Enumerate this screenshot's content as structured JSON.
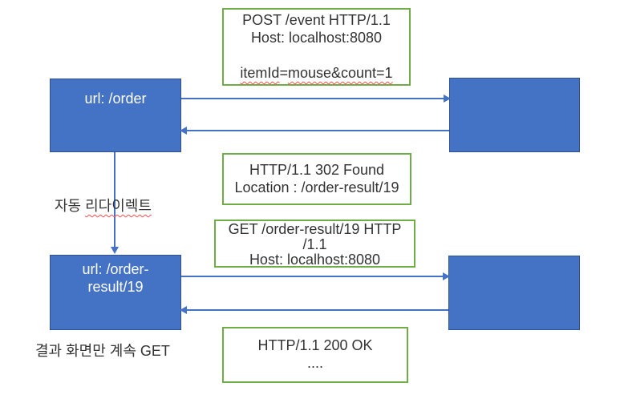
{
  "colors": {
    "shape_blue": "#4472C4",
    "shape_blue_border": "#2F528F",
    "note_border_green": "#70AD47",
    "connector_blue": "#4472C4",
    "spellcheck_red": "#FF4B4B",
    "text_dark": "#333333",
    "text_white": "#FFFFFF",
    "background": "#FFFFFF"
  },
  "post_request_box": {
    "line1": "POST /event HTTP/1.1",
    "line2": "Host: localhost:8080",
    "body_key": "itemId",
    "body_separator": "=",
    "body_value": "mouse&count=1"
  },
  "client_box_top": {
    "label": "url: /order"
  },
  "server_box_top": {
    "label": ""
  },
  "response_302_box": {
    "line1": "HTTP/1.1 302 Found",
    "line2": "Location : /order-result/19"
  },
  "auto_redirect_label": {
    "prefix": "자동 ",
    "term": "리다이렉트"
  },
  "get_request_box": {
    "line1": "GET /order-result/19 HTTP",
    "line2": "/1.1",
    "line3": "Host: localhost:8080"
  },
  "client_box_bottom": {
    "line1": "url: /order-",
    "line2": "result/19"
  },
  "server_box_bottom": {
    "label": ""
  },
  "response_200_box": {
    "line1": "HTTP/1.1 200 OK",
    "line2": "...."
  },
  "result_screen_note": {
    "text": "결과 화면만 계속 GET"
  }
}
